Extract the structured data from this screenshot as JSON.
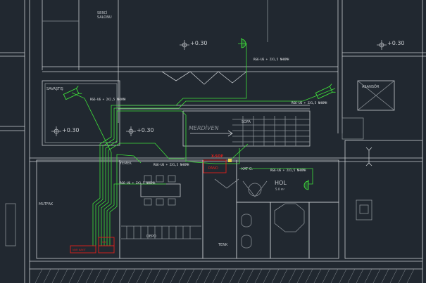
{
  "colors": {
    "background": "#212830",
    "wall": "#c7cbcf",
    "wall_dim": "#8a9096",
    "cable": "#3ee03a",
    "device_red": "#e0201c",
    "accent_yellow": "#e3d04a"
  },
  "rooms": {
    "room_top": "SERCİ\nSALONU",
    "savastis": "SAVAŞTIŞ",
    "merdiven": "MERDİVEN",
    "sofa": "SOFA",
    "asansor": "ASANSÖR",
    "hol": "HOL",
    "hol_sub": "5.0 m²",
    "yemek": "YEMEK",
    "depo": "DEPO",
    "mutfak": "MUTFAK",
    "kat": "KAT G.",
    "tenk": "TENK"
  },
  "levels": {
    "l1": "+0.30",
    "l2": "+0.30",
    "l3": "+0.30",
    "l4": "+0.30"
  },
  "cable_labels": {
    "c1": "RG6-U6 + 2X1,5 NHXMH",
    "c2": "RG6-U6 + 2X1,5 NHXMH",
    "c3": "RG6-U6 + 2X1,5 NHXMH",
    "c4": "RG6-U6 + 2X1,5 NHXMH",
    "c5": "RG6-U6 + 2X1,5 NHXMH",
    "c6": "RG6-U6 + 2X1,5 NHXMH"
  },
  "devices": {
    "xsop": "X-SOP",
    "pano": "PANO",
    "nvr": "NVR KAYIT",
    "sw": "SW"
  }
}
